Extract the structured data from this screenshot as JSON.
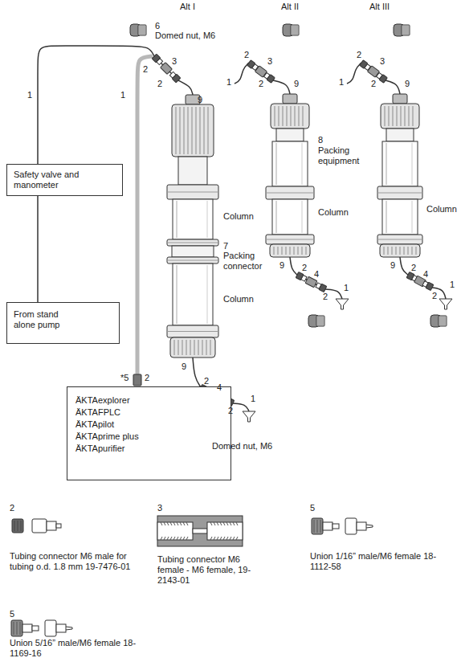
{
  "diagram": {
    "nodes": [
      {
        "text": [
          "Safety valve and manometer"
        ]
      },
      {
        "text": [
          "From stand alone pump"
        ]
      },
      {
        "text": [
          "ÄKTAexplorer",
          "ÄKTAFPLC",
          "ÄKTApilot",
          "ÄKTAprime plus",
          "ÄKTApurifier"
        ]
      }
    ],
    "edges": [
      {
        "from": 1,
        "to": 0,
        "arrow": "none"
      }
    ],
    "labels": [
      "Alt I",
      "Alt II",
      "Alt III",
      "6",
      "Domed nut, M6",
      "1",
      "1",
      "2",
      "3",
      "2",
      "9",
      "9",
      "2",
      "4",
      "2",
      "1",
      "Column",
      "7",
      "Packing connector",
      "Column",
      "*5",
      "2",
      "Domed nut, M6",
      "1",
      "2",
      "3",
      "2",
      "9",
      "8",
      "Packing equipment",
      "Column",
      "9",
      "2",
      "4",
      "2",
      "1",
      "1",
      "2",
      "3",
      "2",
      "9",
      "Column",
      "9",
      "2",
      "4",
      "2",
      "1",
      "2",
      "Tubing connector M6 male for tubing o.d. 1.8 mm 19-7476-01",
      "3",
      "Tubing connector M6 female - M6 female, 19-2143-01",
      "5",
      "Union 1/16” male/M6 female 18-1112-58",
      "5",
      "Union 5/16” male/M6 female 18-1169-16"
    ]
  }
}
